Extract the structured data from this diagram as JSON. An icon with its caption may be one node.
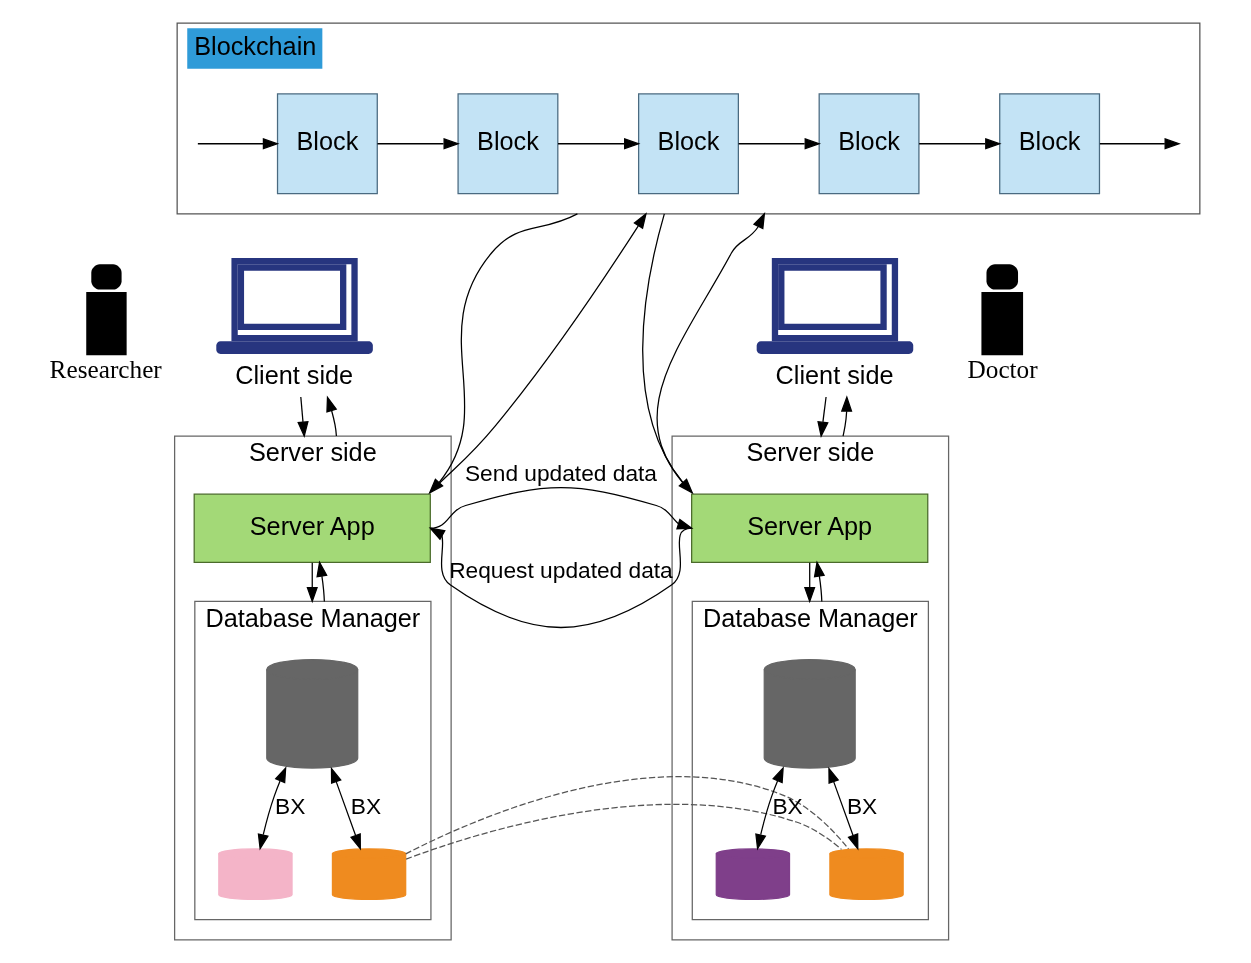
{
  "diagram": {
    "nodes": [
      {
        "text": [
          "Blockchain"
        ]
      },
      {
        "text": [
          "Block"
        ],
        "in": 0
      },
      {
        "text": [
          "Block"
        ],
        "in": 0
      },
      {
        "text": [
          "Block"
        ],
        "in": 0
      },
      {
        "text": [
          "Block"
        ],
        "in": 0
      },
      {
        "text": [
          "Block"
        ],
        "in": 0
      },
      {
        "text": [
          "Researcher"
        ]
      },
      {
        "text": [
          "Client side"
        ]
      },
      {
        "text": [
          "Client side"
        ]
      },
      {
        "text": [
          "Doctor"
        ]
      },
      {
        "text": [
          "Server side"
        ]
      },
      {
        "text": [
          "Server App"
        ],
        "in": 10
      },
      {
        "text": [
          "Database Manager"
        ],
        "in": 10
      },
      {
        "text": [],
        "shape": "cylinder",
        "in": 12
      },
      {
        "text": [],
        "shape": "cylinder",
        "in": 12
      },
      {
        "text": [],
        "shape": "cylinder",
        "in": 12
      },
      {
        "text": [
          "Server side"
        ]
      },
      {
        "text": [
          "Server App"
        ],
        "in": 16
      },
      {
        "text": [
          "Database Manager"
        ],
        "in": 16
      },
      {
        "text": [],
        "shape": "cylinder",
        "in": 18
      },
      {
        "text": [],
        "shape": "cylinder",
        "in": 18
      },
      {
        "text": [],
        "shape": "cylinder",
        "in": 18
      }
    ],
    "edges": [
      {
        "from": null,
        "to": 1,
        "arrow": "to"
      },
      {
        "from": 1,
        "to": 2,
        "arrow": "to"
      },
      {
        "from": 2,
        "to": 3,
        "arrow": "to"
      },
      {
        "from": 3,
        "to": 4,
        "arrow": "to"
      },
      {
        "from": 4,
        "to": 5,
        "arrow": "to"
      },
      {
        "from": 5,
        "to": null,
        "arrow": "to"
      },
      {
        "from": 7,
        "to": 10,
        "arrow": "to"
      },
      {
        "from": 10,
        "to": 7,
        "arrow": "to"
      },
      {
        "from": 8,
        "to": 16,
        "arrow": "to"
      },
      {
        "from": 16,
        "to": 8,
        "arrow": "to"
      },
      {
        "from": 0,
        "to": 11,
        "arrow": "to"
      },
      {
        "from": 11,
        "to": 0,
        "arrow": "to"
      },
      {
        "from": 0,
        "to": 17,
        "arrow": "to"
      },
      {
        "from": 17,
        "to": 0,
        "arrow": "to"
      },
      {
        "from": 11,
        "to": 12,
        "arrow": "to"
      },
      {
        "from": 12,
        "to": 11,
        "arrow": "to"
      },
      {
        "from": 17,
        "to": 18,
        "arrow": "to"
      },
      {
        "from": 18,
        "to": 17,
        "arrow": "to"
      },
      {
        "from": 17,
        "to": 11,
        "arrow": "to",
        "label": "Request updated data"
      },
      {
        "from": 11,
        "to": 17,
        "arrow": "to",
        "label": "Send updated data"
      },
      {
        "from": 13,
        "to": 14,
        "arrow": "both",
        "label": "BX"
      },
      {
        "from": 13,
        "to": 15,
        "arrow": "both",
        "label": "BX"
      },
      {
        "from": 20,
        "to": 19,
        "arrow": "both",
        "label": "BX"
      },
      {
        "from": 20,
        "to": 21,
        "arrow": "both",
        "label": "BX"
      },
      {
        "from": 15,
        "to": 21,
        "arrow": "none",
        "style": "dashed"
      },
      {
        "from": 15,
        "to": 21,
        "arrow": "none",
        "style": "dashed"
      }
    ]
  }
}
